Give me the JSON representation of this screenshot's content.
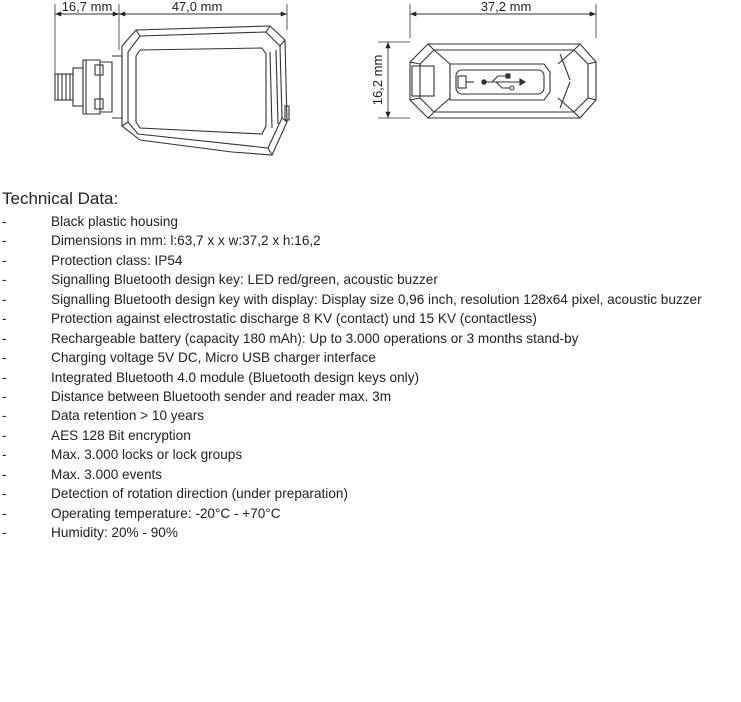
{
  "drawings": {
    "side_view": {
      "dim_connector": "16,7 mm",
      "dim_body": "47,0 mm"
    },
    "front_view": {
      "dim_width": "37,2 mm",
      "dim_height": "16,2 mm",
      "usb_symbol": "usb-icon"
    }
  },
  "technical_data": {
    "heading": "Technical Data:",
    "bullet": "-",
    "items": [
      "Black plastic housing",
      "Dimensions in mm: l:63,7 x  x w:37,2 x h:16,2",
      "Protection class: IP54",
      "Signalling Bluetooth design key: LED red/green, acoustic buzzer",
      "Signalling Bluetooth design key with display: Display size 0,96 inch, resolution 128x64 pixel, acoustic buzzer",
      "Protection against electrostatic discharge 8 KV (contact) und 15 KV (contactless)",
      "Rechargeable battery (capacity 180 mAh): Up to 3.000 operations or 3 months stand-by",
      "Charging voltage 5V DC, Micro USB charger interface",
      "Integrated Bluetooth 4.0 module (Bluetooth design keys only)",
      "Distance between Bluetooth sender and reader max. 3m",
      "Data retention > 10 years",
      "AES 128 Bit encryption",
      "Max. 3.000 locks or lock groups",
      "Max. 3.000 events",
      "Detection of rotation direction (under preparation)",
      "Operating temperature: -20°C - +70°C",
      "Humidity: 20% - 90%"
    ]
  }
}
